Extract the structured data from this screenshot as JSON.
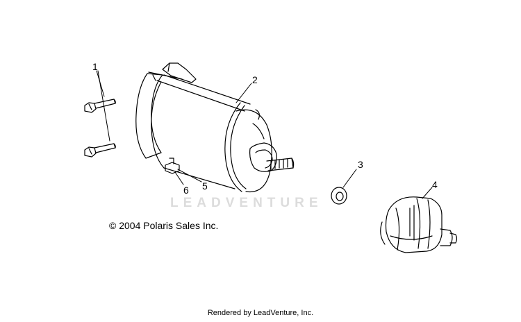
{
  "callouts": {
    "c1": "1",
    "c2": "2",
    "c3": "3",
    "c4": "4",
    "c5": "5",
    "c6": "6"
  },
  "copyright": "© 2004 Polaris Sales Inc.",
  "watermark": "LEADVENTURE",
  "footer": "Rendered by LeadVenture, Inc.",
  "colors": {
    "line": "#000000",
    "watermark": "#dcdcdc"
  }
}
